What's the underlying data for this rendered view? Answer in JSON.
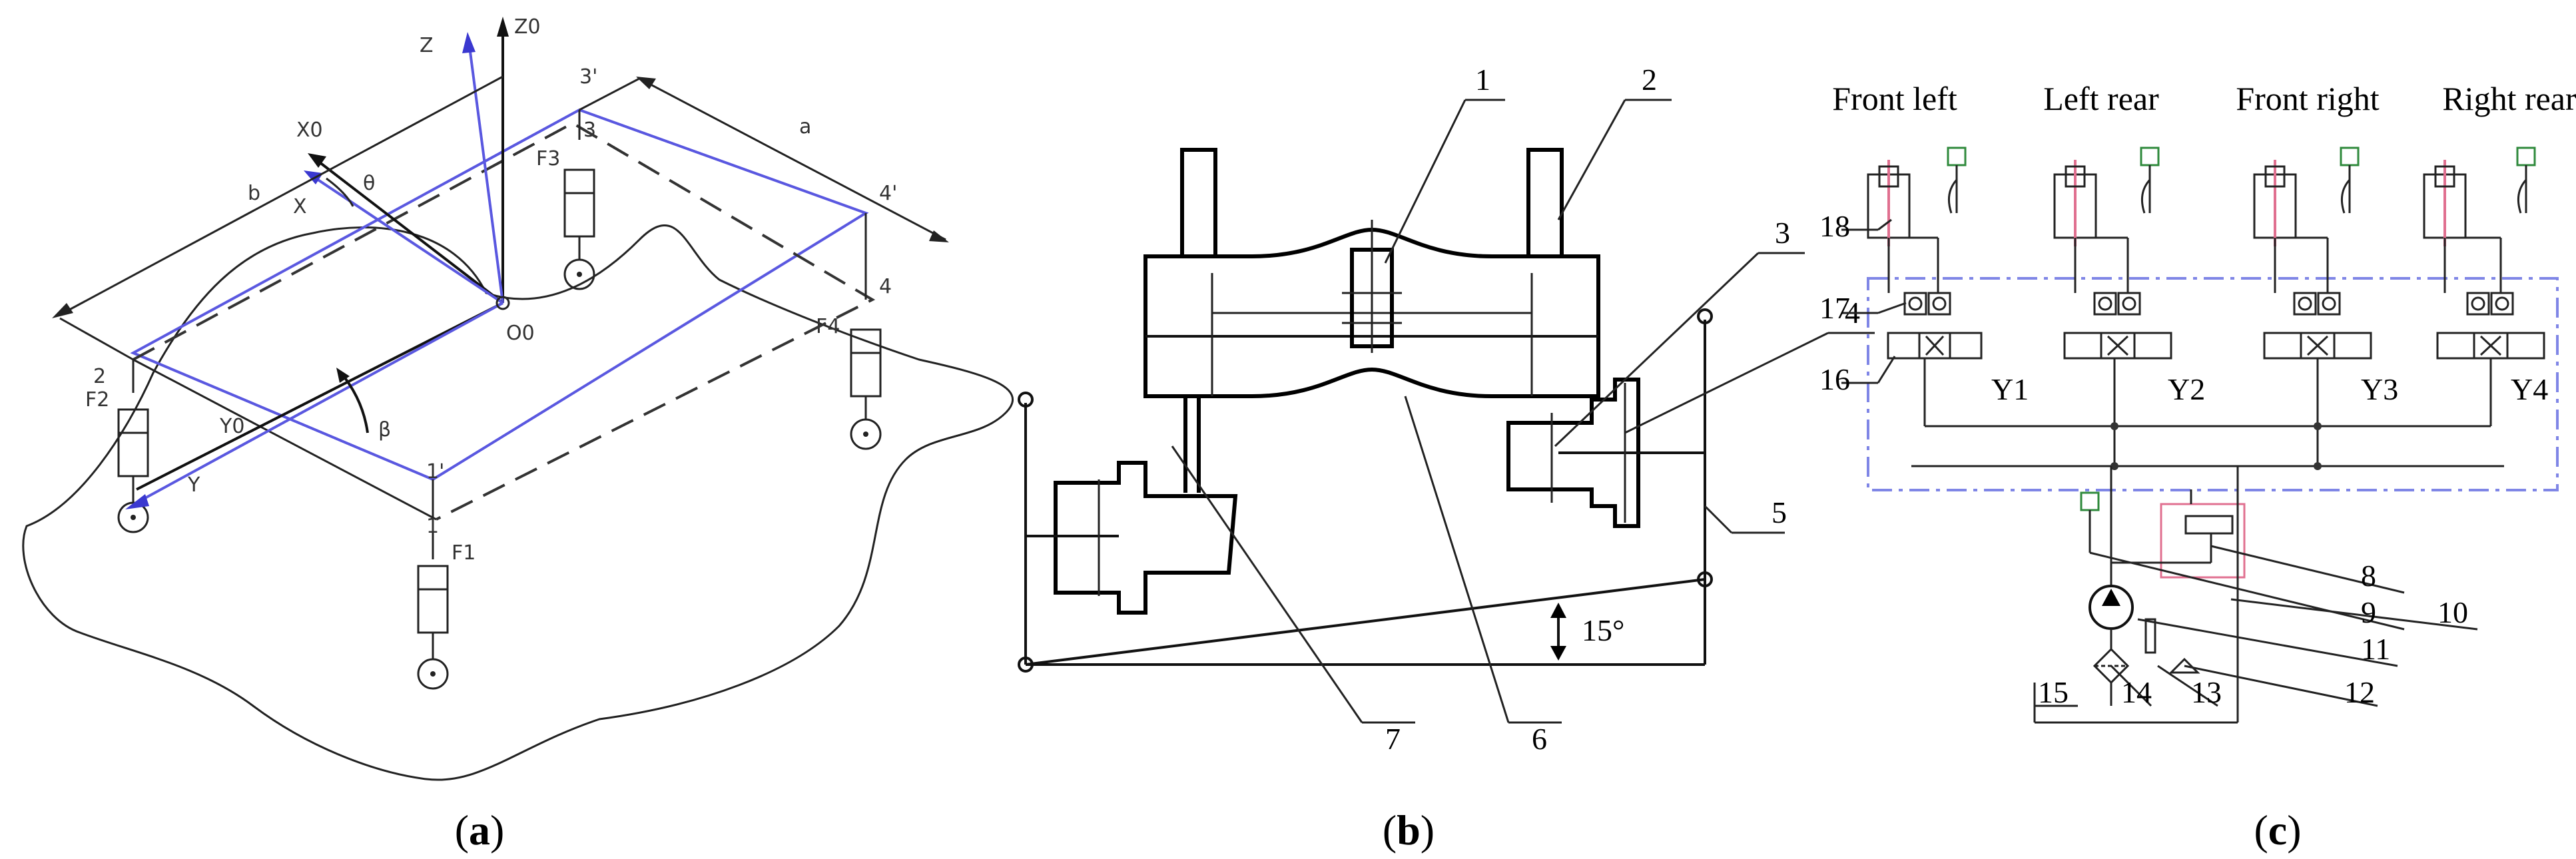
{
  "panel_a": {
    "axes": {
      "z0": "Z0",
      "z": "Z",
      "x0": "X0",
      "x": "X",
      "y0": "Y0",
      "y": "Y",
      "o0": "O0",
      "beta": "β",
      "theta": "θ"
    },
    "dims": {
      "a": "a",
      "b": "b"
    },
    "corners": {
      "c1": "1",
      "c1p": "1'",
      "c2": "2",
      "c3": "3",
      "c3p": "3'",
      "c4": "4",
      "c4p": "4'"
    },
    "forces": {
      "f1": "F1",
      "f2": "F2",
      "f3": "F3",
      "f4": "F4"
    },
    "caption": {
      "open": "(",
      "letter": "a",
      "close": ")"
    }
  },
  "panel_b": {
    "callouts": [
      "1",
      "2",
      "3",
      "4",
      "5",
      "6",
      "7"
    ],
    "angle": "15°",
    "caption": {
      "open": "(",
      "letter": "b",
      "close": ")"
    }
  },
  "panel_c": {
    "wheels": [
      "Front left",
      "Left rear",
      "Front right",
      "Right rear"
    ],
    "valves": [
      "Y1",
      "Y2",
      "Y3",
      "Y4"
    ],
    "callouts": [
      "18",
      "17",
      "16",
      "8",
      "9",
      "10",
      "11",
      "12",
      "13",
      "14",
      "15"
    ],
    "caption": {
      "open": "(",
      "letter": "c",
      "close": ")"
    }
  },
  "colors": {
    "axis_blue": "#5a58e0",
    "frame_blue": "#7f86e6",
    "pink": "#e07090",
    "valve_green": "#2f8a3c"
  }
}
